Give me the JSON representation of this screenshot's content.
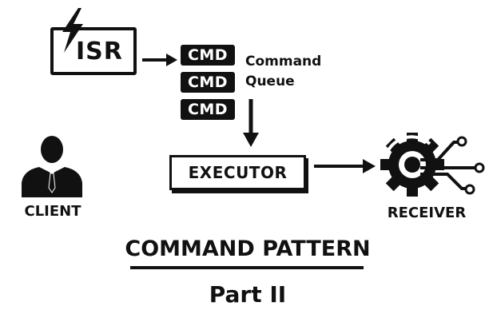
{
  "diagram": {
    "isr_label": "ISR",
    "commands": [
      "CMD",
      "CMD",
      "CMD"
    ],
    "queue_label_line1": "Command",
    "queue_label_line2": "Queue",
    "executor_label": "EXECUTOR",
    "client_label": "CLIENT",
    "receiver_label": "RECEIVER",
    "title": "COMMAND PATTERN",
    "subtitle": "Part II",
    "icons": [
      "lightning-icon",
      "person-icon",
      "gear-circuit-icon"
    ]
  }
}
